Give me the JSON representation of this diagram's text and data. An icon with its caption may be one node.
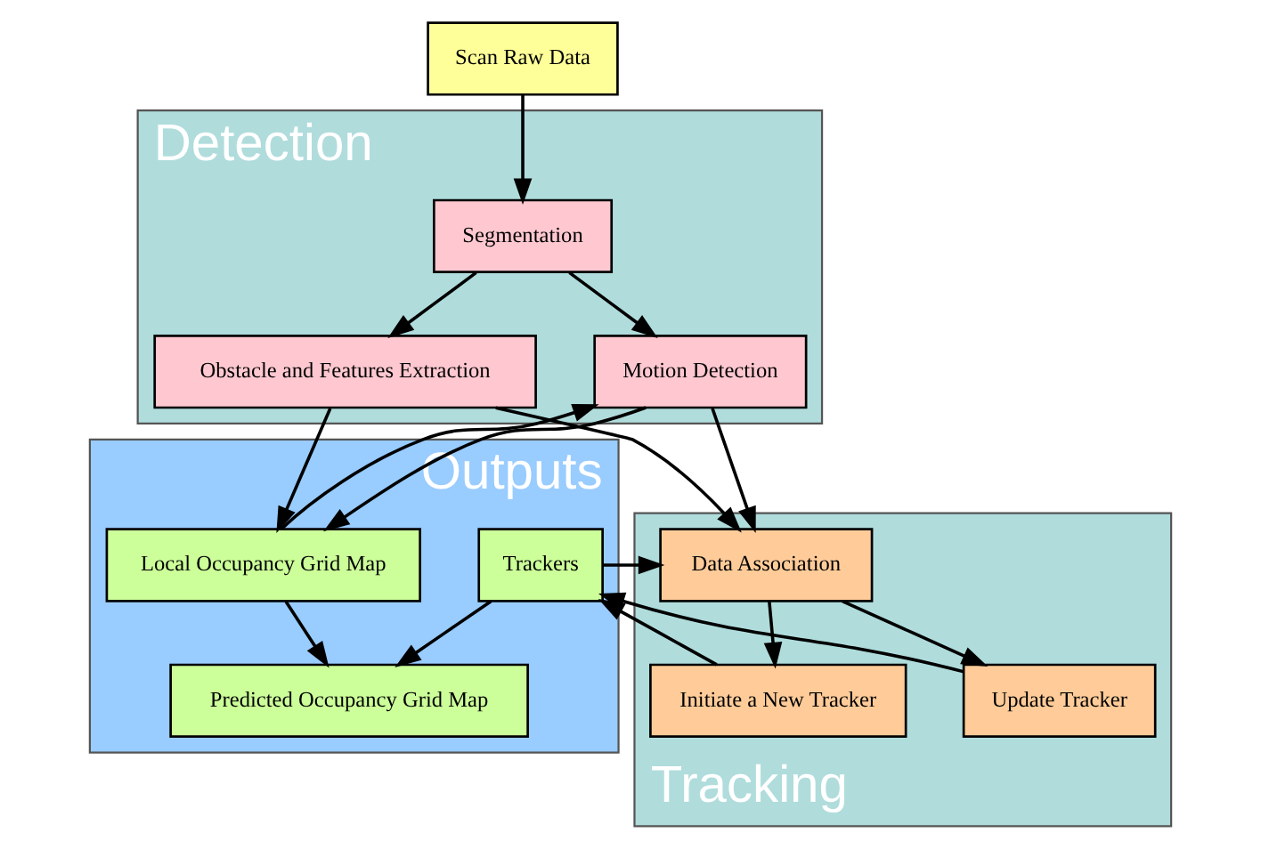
{
  "diagram": {
    "nodes": [
      {
        "text": [
          "Scan Raw Data"
        ]
      },
      {
        "text": [
          "Detection"
        ]
      },
      {
        "text": [
          "Segmentation"
        ],
        "in": 1
      },
      {
        "text": [
          "Obstacle and Features Extraction"
        ],
        "in": 1
      },
      {
        "text": [
          "Motion Detection"
        ],
        "in": 1
      },
      {
        "text": [
          "Outputs"
        ]
      },
      {
        "text": [
          "Local Occupancy Grid Map"
        ],
        "in": 5
      },
      {
        "text": [
          "Tracking"
        ]
      },
      {
        "text": [
          "Data Association"
        ],
        "in": 7
      },
      {
        "text": [
          "Trackers"
        ],
        "in": 5
      },
      {
        "text": [
          "Initiate a New Tracker"
        ],
        "in": 7
      },
      {
        "text": [
          "Update Tracker"
        ],
        "in": 7
      },
      {
        "text": [
          "Predicted Occupancy Grid Map"
        ],
        "in": 5
      }
    ],
    "edges": [
      {
        "from": 0,
        "to": 2,
        "arrow": "to"
      },
      {
        "from": 2,
        "to": 3,
        "arrow": "to"
      },
      {
        "from": 2,
        "to": 4,
        "arrow": "to"
      },
      {
        "from": 6,
        "to": 4,
        "arrow": "to"
      },
      {
        "from": 3,
        "to": 6,
        "arrow": "to"
      },
      {
        "from": 4,
        "to": 6,
        "arrow": "to"
      },
      {
        "from": 3,
        "to": 8,
        "arrow": "to"
      },
      {
        "from": 4,
        "to": 8,
        "arrow": "to"
      },
      {
        "from": 9,
        "to": 8,
        "arrow": "to"
      },
      {
        "from": 8,
        "to": 10,
        "arrow": "to"
      },
      {
        "from": 8,
        "to": 11,
        "arrow": "to"
      },
      {
        "from": 10,
        "to": 9,
        "arrow": "to"
      },
      {
        "from": 11,
        "to": 9,
        "arrow": "to"
      },
      {
        "from": 6,
        "to": 12,
        "arrow": "to"
      },
      {
        "from": 9,
        "to": 12,
        "arrow": "to"
      }
    ]
  }
}
